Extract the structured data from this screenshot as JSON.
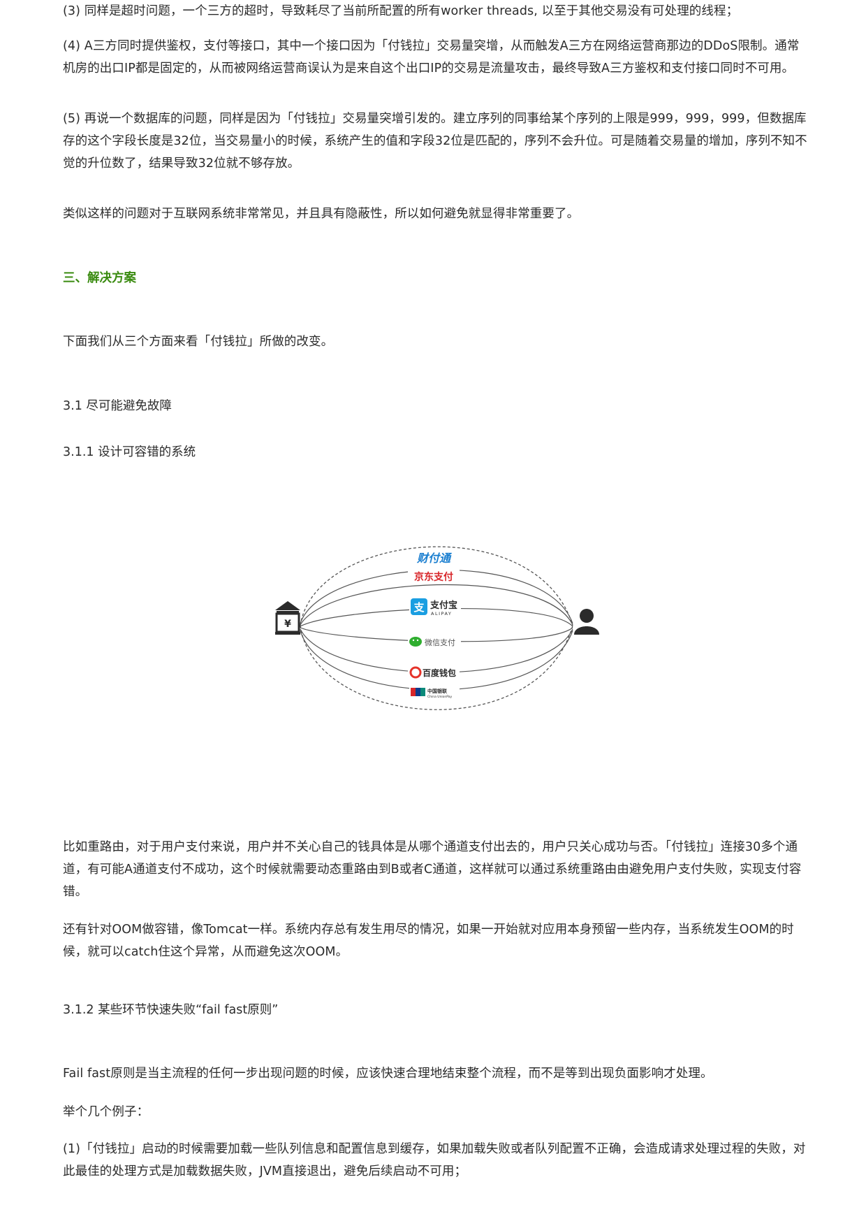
{
  "paragraphs": {
    "p1": "(3) 同样是超时问题，一个三方的超时，导致耗尽了当前所配置的所有worker threads, 以至于其他交易没有可处理的线程；",
    "p2": "(4) A三方同时提供鉴权，支付等接口，其中一个接口因为「付钱拉」交易量突增，从而触发A三方在网络运营商那边的DDoS限制。通常机房的出口IP都是固定的，从而被网络运营商误认为是来自这个出口IP的交易是流量攻击，最终导致A三方鉴权和支付接口同时不可用。",
    "p3": "(5) 再说一个数据库的问题，同样是因为「付钱拉」交易量突增引发的。建立序列的同事给某个序列的上限是999，999，999，但数据库存的这个字段长度是32位，当交易量小的时候，系统产生的值和字段32位是匹配的，序列不会升位。可是随着交易量的增加，序列不知不觉的升位数了，结果导致32位就不够存放。",
    "p4": "类似这样的问题对于互联网系统非常常见，并且具有隐蔽性，所以如何避免就显得非常重要了。",
    "section_title": "三、解决方案",
    "p5": "下面我们从三个方面来看「付钱拉」所做的改变。",
    "h_3_1": "3.1 尽可能避免故障",
    "h_3_1_1": "3.1.1 设计可容错的系统",
    "p6": "比如重路由，对于用户支付来说，用户并不关心自己的钱具体是从哪个通道支付出去的，用户只关心成功与否。「付钱拉」连接30多个通道，有可能A通道支付不成功，这个时候就需要动态重路由到B或者C通道，这样就可以通过系统重路由由避免用户支付失败，实现支付容错。",
    "p7": "还有针对OOM做容错，像Tomcat一样。系统内存总有发生用尽的情况，如果一开始就对应用本身预留一些内存，当系统发生OOM的时候，就可以catch住这个异常，从而避免这次OOM。",
    "h_3_1_2": "3.1.2 某些环节快速失败“fail fast原则”",
    "p8": "Fail fast原则是当主流程的任何一步出现问题的时候，应该快速合理地结束整个流程，而不是等到出现负面影响才处理。",
    "p9": "举个几个例子：",
    "p10": "(1)「付钱拉」启动的时候需要加载一些队列信息和配置信息到缓存，如果加载失败或者队列配置不正确，会造成请求处理过程的失败，对此最佳的处理方式是加载数据失败，JVM直接退出，避免后续启动不可用；"
  },
  "figure": {
    "bank_symbol": "¥",
    "channels": {
      "tenpay": "财付通",
      "jdpay": "京东支付",
      "alipay_cn": "支付宝",
      "alipay_en": "ALIPAY",
      "alipay_icon": "支",
      "wechat": "微信支付",
      "baidu": "百度钱包",
      "unionpay_cn": "中国银联",
      "unionpay_en": "China UnionPay"
    },
    "colors": {
      "tenpay": "#1b7fd0",
      "jdpay": "#d8262a",
      "alipay": "#1a9ee1",
      "wechat": "#2fae2f",
      "baidu": "#e5332a",
      "line": "#555555",
      "icon": "#2b2b2b"
    },
    "icons": [
      "bank-icon",
      "user-icon",
      "alipay-icon",
      "wechat-icon",
      "baidu-icon",
      "unionpay-icon"
    ]
  }
}
